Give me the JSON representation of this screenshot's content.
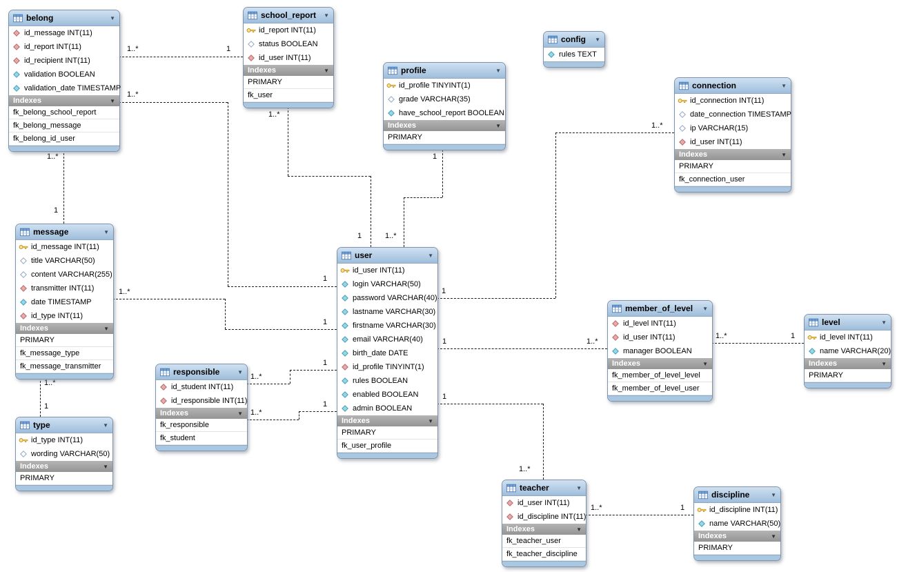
{
  "diagram": {
    "colors": {
      "header_blue": "#AECDE8",
      "indexes_gray": "#9E9E9E",
      "pk_yellow": "#FFD24A",
      "fk_red": "#ECA9A9",
      "notnull_cyan": "#8FD9E9",
      "line_black": "#1A1A1A"
    },
    "indexes_label": "Indexes",
    "collapse_arrow": "▼",
    "tables": [
      {
        "name": "belong",
        "columns": [
          {
            "kind": "fk",
            "icon": "fk-diamond-icon",
            "text": "id_message INT(11)"
          },
          {
            "kind": "fk",
            "icon": "fk-diamond-icon",
            "text": "id_report INT(11)"
          },
          {
            "kind": "fk",
            "icon": "fk-diamond-icon",
            "text": "id_recipient INT(11)"
          },
          {
            "kind": "notnull",
            "icon": "notnull-diamond-icon",
            "text": "validation BOOLEAN"
          },
          {
            "kind": "notnull",
            "icon": "notnull-diamond-icon",
            "text": "validation_date TIMESTAMP"
          }
        ],
        "indexes": [
          "fk_belong_school_report",
          "fk_belong_message",
          "fk_belong_id_user"
        ]
      },
      {
        "name": "school_report",
        "columns": [
          {
            "kind": "pk",
            "icon": "key-icon",
            "text": "id_report INT(11)"
          },
          {
            "kind": "nullable",
            "icon": "nullable-diamond-icon",
            "text": "status BOOLEAN"
          },
          {
            "kind": "fk",
            "icon": "fk-diamond-icon",
            "text": "id_user INT(11)"
          }
        ],
        "indexes": [
          "PRIMARY",
          "fk_user"
        ]
      },
      {
        "name": "config",
        "columns": [
          {
            "kind": "notnull",
            "icon": "notnull-diamond-icon",
            "text": "rules TEXT"
          }
        ],
        "indexes": null
      },
      {
        "name": "profile",
        "columns": [
          {
            "kind": "pk",
            "icon": "key-icon",
            "text": "id_profile TINYINT(1)"
          },
          {
            "kind": "nullable",
            "icon": "nullable-diamond-icon",
            "text": "grade VARCHAR(35)"
          },
          {
            "kind": "notnull",
            "icon": "notnull-diamond-icon",
            "text": "have_school_report BOOLEAN"
          }
        ],
        "indexes": [
          "PRIMARY"
        ]
      },
      {
        "name": "connection",
        "columns": [
          {
            "kind": "pk",
            "icon": "key-icon",
            "text": "id_connection INT(11)"
          },
          {
            "kind": "nullable",
            "icon": "nullable-diamond-icon",
            "text": "date_connection TIMESTAMP"
          },
          {
            "kind": "nullable",
            "icon": "nullable-diamond-icon",
            "text": "ip VARCHAR(15)"
          },
          {
            "kind": "fk",
            "icon": "fk-diamond-icon",
            "text": "id_user INT(11)"
          }
        ],
        "indexes": [
          "PRIMARY",
          "fk_connection_user"
        ]
      },
      {
        "name": "message",
        "columns": [
          {
            "kind": "pk",
            "icon": "key-icon",
            "text": "id_message INT(11)"
          },
          {
            "kind": "nullable",
            "icon": "nullable-diamond-icon",
            "text": "title VARCHAR(50)"
          },
          {
            "kind": "nullable",
            "icon": "nullable-diamond-icon",
            "text": "content VARCHAR(255)"
          },
          {
            "kind": "fk",
            "icon": "fk-diamond-icon",
            "text": "transmitter INT(11)"
          },
          {
            "kind": "notnull",
            "icon": "notnull-diamond-icon",
            "text": "date TIMESTAMP"
          },
          {
            "kind": "fk",
            "icon": "fk-diamond-icon",
            "text": "id_type INT(11)"
          }
        ],
        "indexes": [
          "PRIMARY",
          "fk_message_type",
          "fk_message_transmitter"
        ]
      },
      {
        "name": "user",
        "columns": [
          {
            "kind": "pk",
            "icon": "key-icon",
            "text": "id_user INT(11)"
          },
          {
            "kind": "notnull",
            "icon": "notnull-diamond-icon",
            "text": "login VARCHAR(50)"
          },
          {
            "kind": "notnull",
            "icon": "notnull-diamond-icon",
            "text": "password VARCHAR(40)"
          },
          {
            "kind": "notnull",
            "icon": "notnull-diamond-icon",
            "text": "lastname VARCHAR(30)"
          },
          {
            "kind": "notnull",
            "icon": "notnull-diamond-icon",
            "text": "firstname VARCHAR(30)"
          },
          {
            "kind": "notnull",
            "icon": "notnull-diamond-icon",
            "text": "email VARCHAR(40)"
          },
          {
            "kind": "notnull",
            "icon": "notnull-diamond-icon",
            "text": "birth_date DATE"
          },
          {
            "kind": "fk",
            "icon": "fk-diamond-icon",
            "text": "id_profile TINYINT(1)"
          },
          {
            "kind": "notnull",
            "icon": "notnull-diamond-icon",
            "text": "rules BOOLEAN"
          },
          {
            "kind": "notnull",
            "icon": "notnull-diamond-icon",
            "text": "enabled BOOLEAN"
          },
          {
            "kind": "notnull",
            "icon": "notnull-diamond-icon",
            "text": "admin BOOLEAN"
          }
        ],
        "indexes": [
          "PRIMARY",
          "fk_user_profile"
        ]
      },
      {
        "name": "member_of_level",
        "columns": [
          {
            "kind": "fk",
            "icon": "fk-diamond-icon",
            "text": "id_level INT(11)"
          },
          {
            "kind": "fk",
            "icon": "fk-diamond-icon",
            "text": "id_user INT(11)"
          },
          {
            "kind": "notnull",
            "icon": "notnull-diamond-icon",
            "text": "manager BOOLEAN"
          }
        ],
        "indexes": [
          "fk_member_of_level_level",
          "fk_member_of_level_user"
        ]
      },
      {
        "name": "level",
        "columns": [
          {
            "kind": "pk",
            "icon": "key-icon",
            "text": "id_level INT(11)"
          },
          {
            "kind": "notnull",
            "icon": "notnull-diamond-icon",
            "text": "name VARCHAR(20)"
          }
        ],
        "indexes": [
          "PRIMARY"
        ]
      },
      {
        "name": "responsible",
        "columns": [
          {
            "kind": "fk",
            "icon": "fk-diamond-icon",
            "text": "id_student INT(11)"
          },
          {
            "kind": "fk",
            "icon": "fk-diamond-icon",
            "text": "id_responsible INT(11)"
          }
        ],
        "indexes": [
          "fk_responsible",
          "fk_student"
        ]
      },
      {
        "name": "type",
        "columns": [
          {
            "kind": "pk",
            "icon": "key-icon",
            "text": "id_type INT(11)"
          },
          {
            "kind": "nullable",
            "icon": "nullable-diamond-icon",
            "text": "wording VARCHAR(50)"
          }
        ],
        "indexes": [
          "PRIMARY"
        ]
      },
      {
        "name": "teacher",
        "columns": [
          {
            "kind": "fk",
            "icon": "fk-diamond-icon",
            "text": "id_user INT(11)"
          },
          {
            "kind": "fk",
            "icon": "fk-diamond-icon",
            "text": "id_discipline INT(11)"
          }
        ],
        "indexes": [
          "fk_teacher_user",
          "fk_teacher_discipline"
        ]
      },
      {
        "name": "discipline",
        "columns": [
          {
            "kind": "pk",
            "icon": "key-icon",
            "text": "id_discipline INT(11)"
          },
          {
            "kind": "notnull",
            "icon": "notnull-diamond-icon",
            "text": "name VARCHAR(50)"
          }
        ],
        "indexes": [
          "PRIMARY"
        ]
      }
    ],
    "relationships": [
      {
        "id": "fk_belong_school_report",
        "from": "belong",
        "to": "school_report",
        "from_label": "1..*",
        "to_label": "1"
      },
      {
        "id": "fk_belong_message",
        "from": "belong",
        "to": "message",
        "from_label": "1..*",
        "to_label": "1"
      },
      {
        "id": "fk_belong_id_user",
        "from": "belong",
        "to": "user",
        "from_label": "1..*",
        "to_label": "1"
      },
      {
        "id": "fk_school_report_user",
        "from": "school_report",
        "to": "user",
        "from_label": "1..*",
        "to_label": "1"
      },
      {
        "id": "fk_user_profile",
        "from": "user",
        "to": "profile",
        "from_label": "1..*",
        "to_label": "1"
      },
      {
        "id": "fk_connection_user",
        "from": "connection",
        "to": "user",
        "from_label": "1..*",
        "to_label": "1"
      },
      {
        "id": "fk_message_transmitter",
        "from": "message",
        "to": "user",
        "from_label": "1..*",
        "to_label": "1"
      },
      {
        "id": "fk_message_type",
        "from": "message",
        "to": "type",
        "from_label": "1..*",
        "to_label": "1"
      },
      {
        "id": "fk_student",
        "from": "responsible",
        "to": "user",
        "from_label": "1..*",
        "to_label": "1"
      },
      {
        "id": "fk_responsible",
        "from": "responsible",
        "to": "user",
        "from_label": "1..*",
        "to_label": "1"
      },
      {
        "id": "fk_member_of_level_user",
        "from": "member_of_level",
        "to": "user",
        "from_label": "1..*",
        "to_label": "1"
      },
      {
        "id": "fk_member_of_level_level",
        "from": "member_of_level",
        "to": "level",
        "from_label": "1..*",
        "to_label": "1"
      },
      {
        "id": "fk_teacher_user",
        "from": "teacher",
        "to": "user",
        "from_label": "1..*",
        "to_label": "1"
      },
      {
        "id": "fk_teacher_discipline",
        "from": "teacher",
        "to": "discipline",
        "from_label": "1..*",
        "to_label": "1"
      }
    ]
  }
}
